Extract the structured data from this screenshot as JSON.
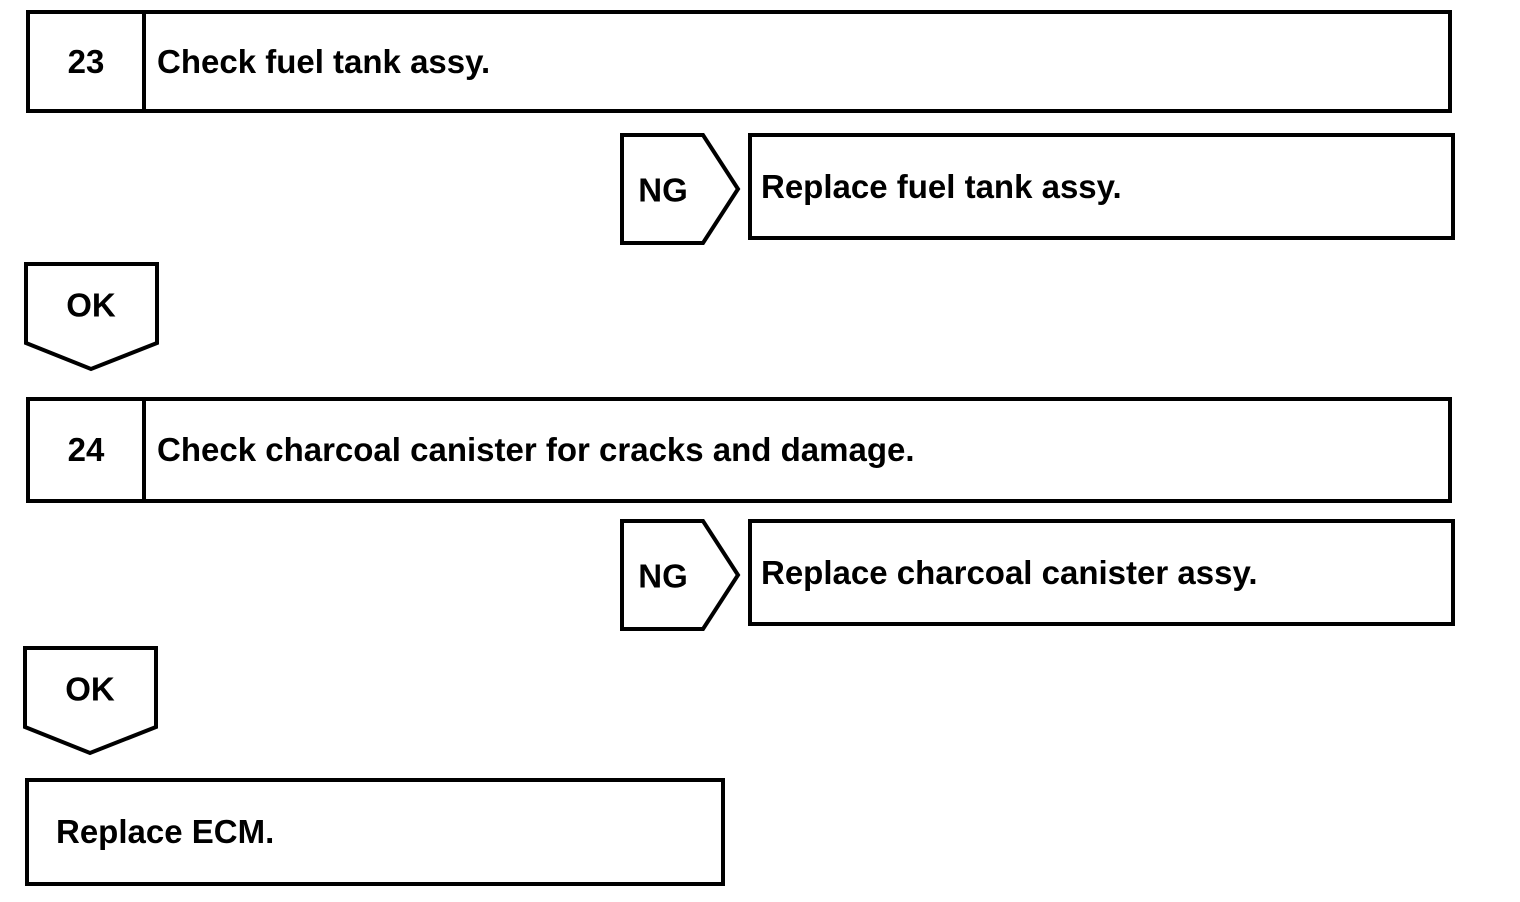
{
  "diagram": {
    "colors": {
      "line": "#000000",
      "background": "#ffffff",
      "text": "#000000"
    },
    "steps": [
      {
        "number": "23",
        "instruction": "Check fuel tank assy.",
        "ng": {
          "label": "NG",
          "action": "Replace fuel tank assy."
        },
        "ok": {
          "label": "OK"
        }
      },
      {
        "number": "24",
        "instruction": "Check charcoal canister for cracks and damage.",
        "ng": {
          "label": "NG",
          "action": "Replace charcoal canister assy."
        },
        "ok": {
          "label": "OK"
        }
      }
    ],
    "final": {
      "action": "Replace ECM."
    }
  }
}
